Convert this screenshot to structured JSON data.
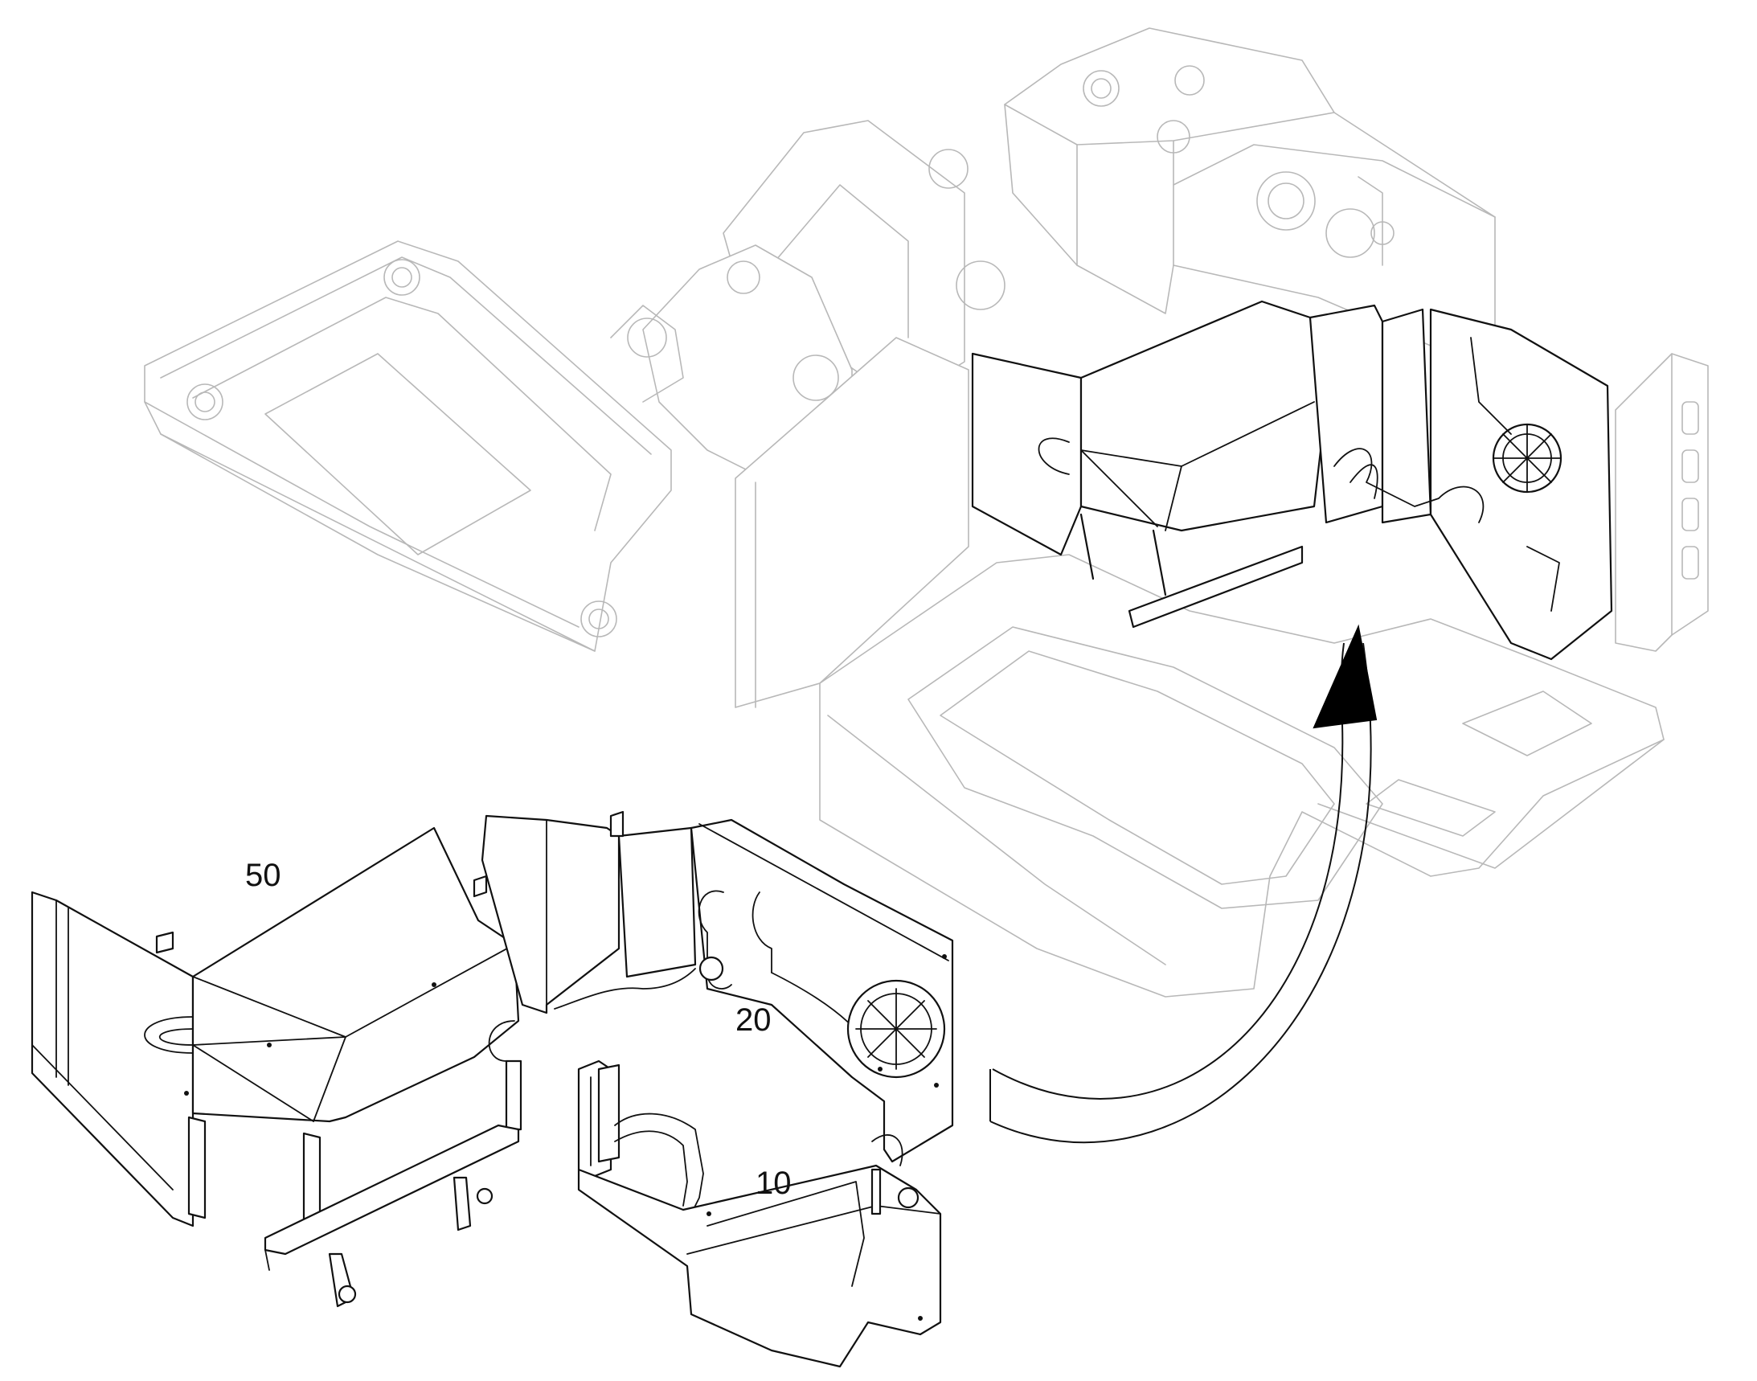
{
  "diagram": {
    "parts": [
      {
        "id": "10",
        "label": "10"
      },
      {
        "id": "20",
        "label": "20"
      },
      {
        "id": "50",
        "label": "50"
      }
    ],
    "colors": {
      "background": "#ffffff",
      "line": "#111111",
      "ghost": "#b8b8b8",
      "arrow": "#000000"
    }
  }
}
